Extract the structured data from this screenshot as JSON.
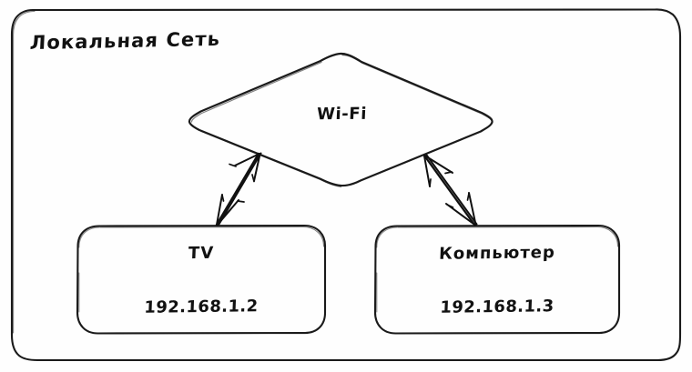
{
  "diagram": {
    "type": "network-topology",
    "background_color": "#fefefe",
    "stroke_color": "#1a1a1a",
    "style": "hand-drawn-sketch",
    "container": {
      "title": "Локальная Сеть",
      "shape": "rounded-rectangle"
    },
    "hub": {
      "label": "Wi-Fi",
      "shape": "rhombus"
    },
    "nodes": [
      {
        "id": "tv",
        "title": "TV",
        "ip": "192.168.1.2",
        "shape": "rounded-rectangle"
      },
      {
        "id": "computer",
        "title": "Компьютер",
        "ip": "192.168.1.3",
        "shape": "rounded-rectangle"
      }
    ],
    "connections": [
      {
        "from": "Wi-Fi",
        "to": "TV",
        "direction": "bidirectional"
      },
      {
        "from": "Wi-Fi",
        "to": "Компьютер",
        "direction": "bidirectional"
      }
    ]
  }
}
